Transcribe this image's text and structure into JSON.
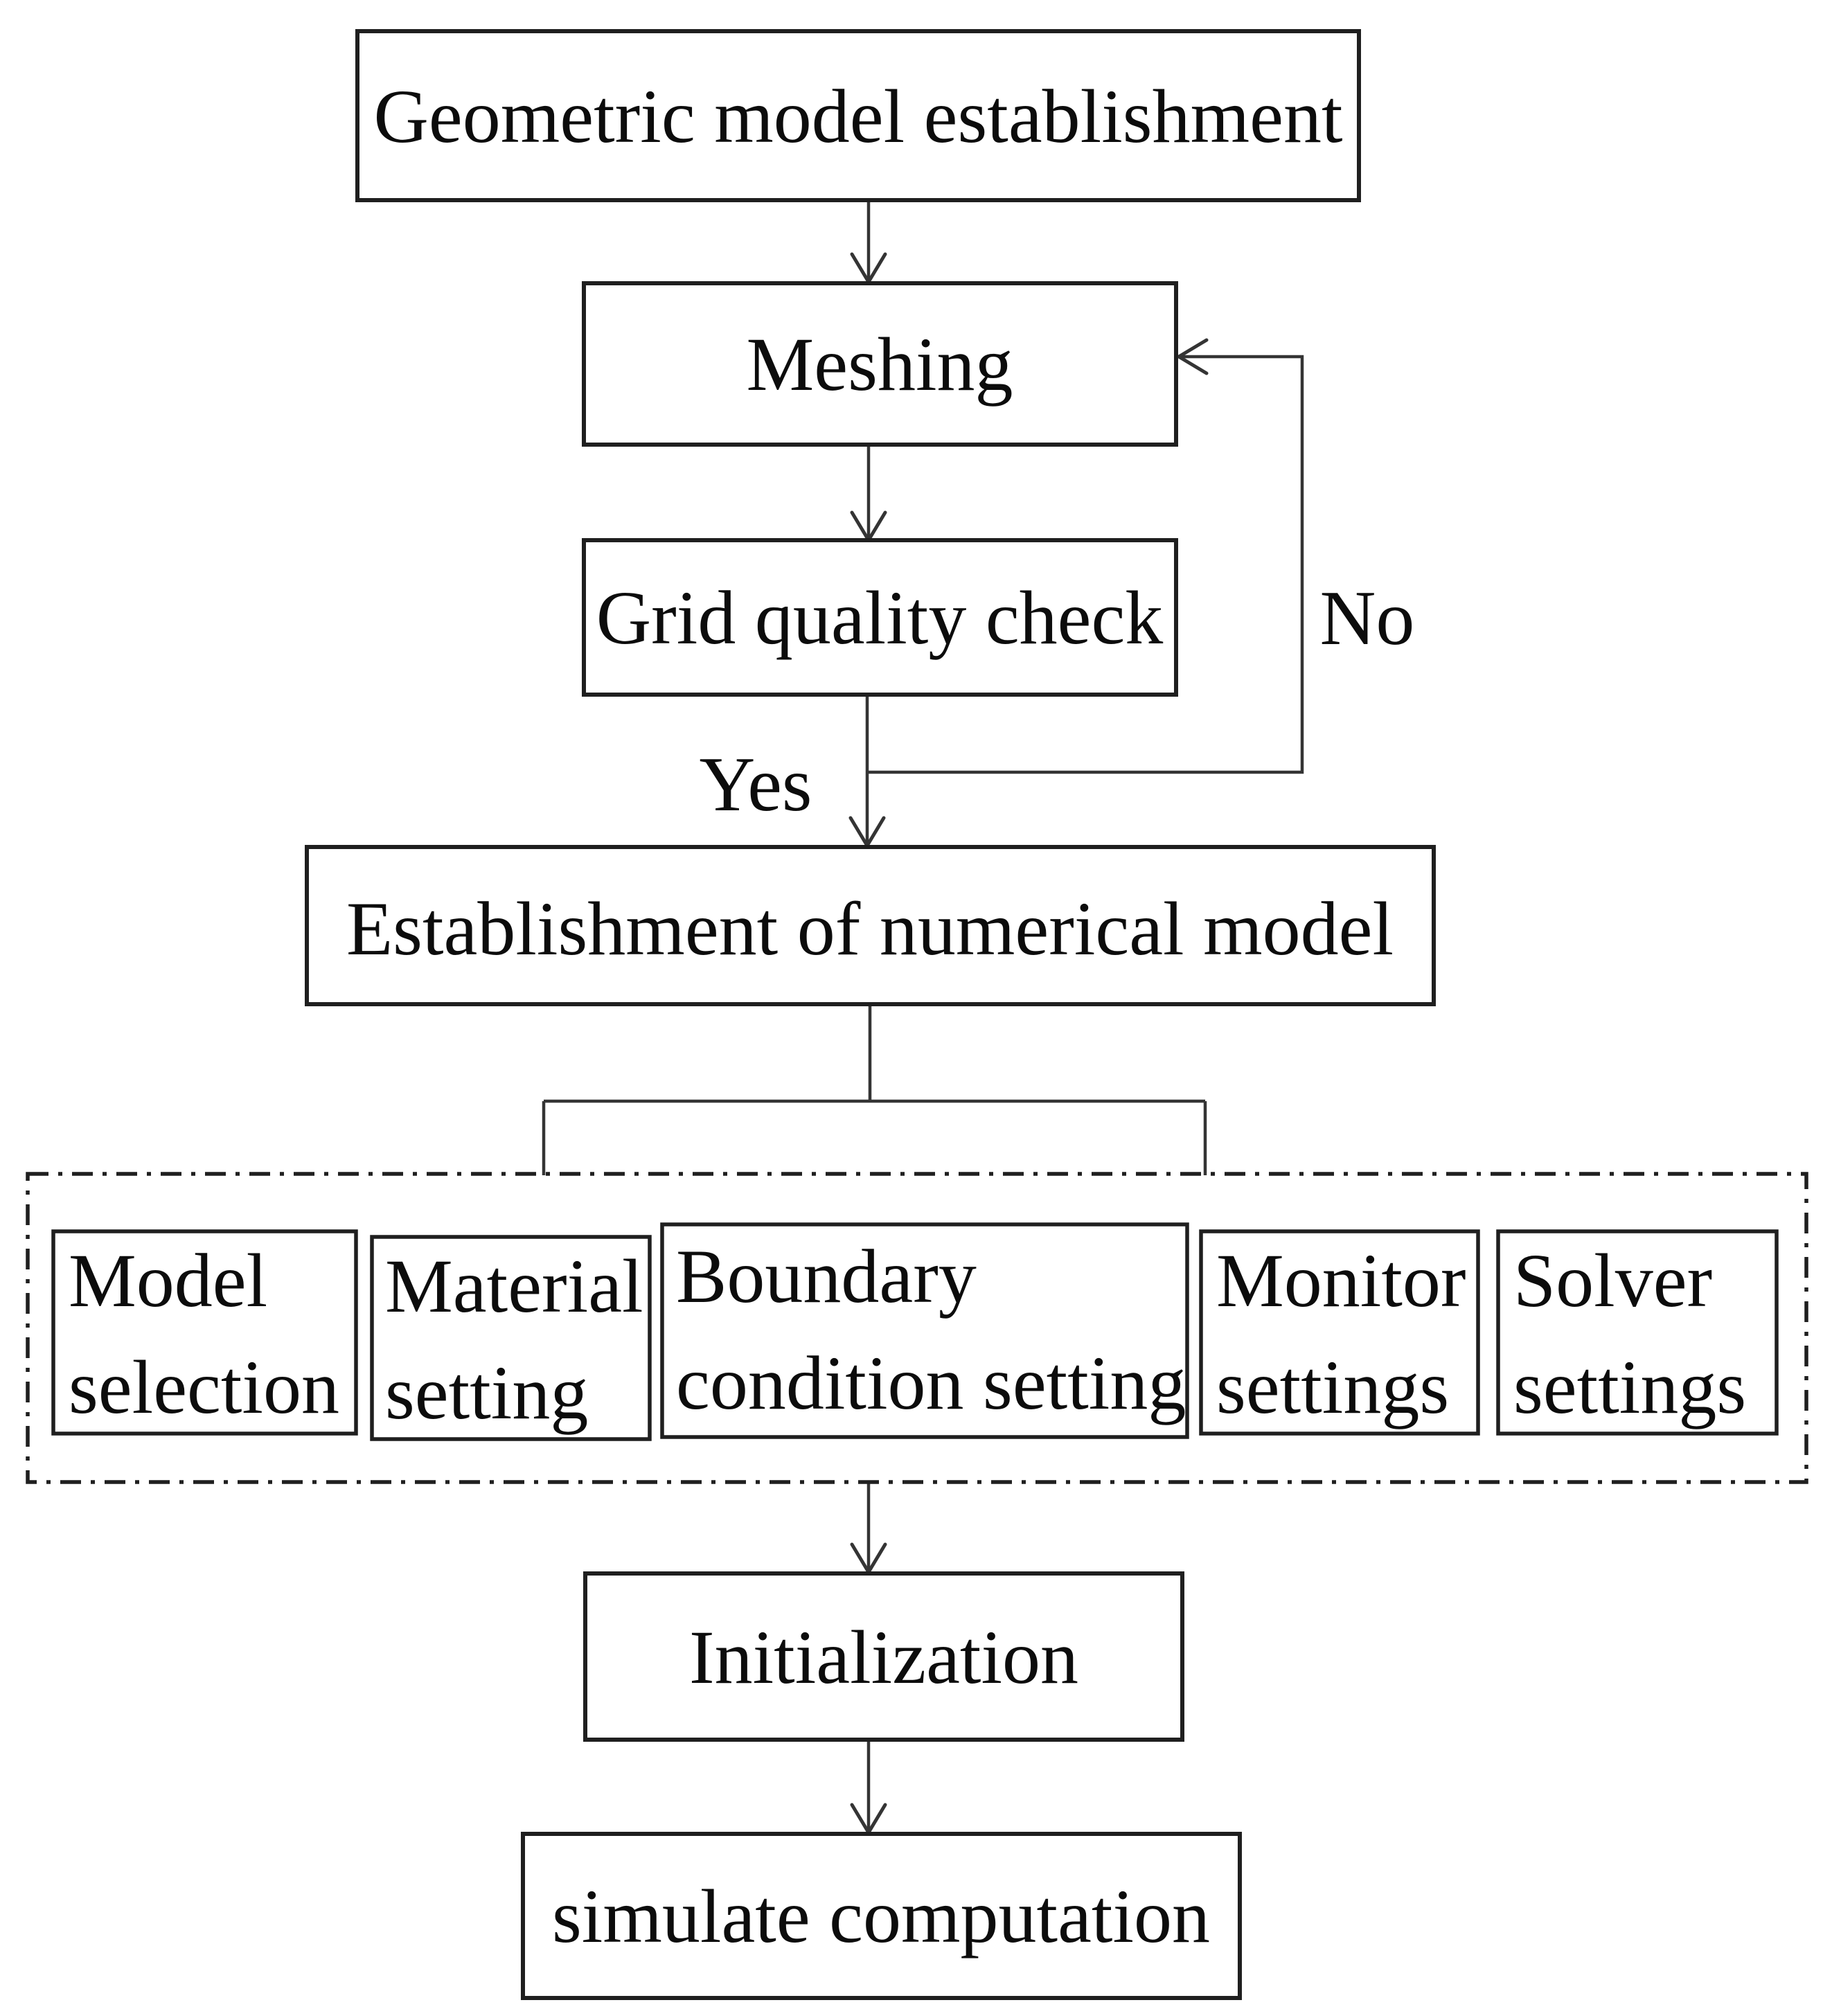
{
  "flowchart": {
    "nodes": {
      "geometric_model": {
        "label": "Geometric model establishment"
      },
      "meshing": {
        "label": "Meshing"
      },
      "grid_quality_check": {
        "label": "Grid quality check"
      },
      "numerical_model": {
        "label": "Establishment of numerical model"
      },
      "initialization": {
        "label": "Initialization"
      },
      "simulate_computation": {
        "label": "simulate computation"
      }
    },
    "branch_labels": {
      "yes": "Yes",
      "no": "No"
    },
    "setup_steps": [
      {
        "line1": "Model",
        "line2": "selection"
      },
      {
        "line1": "Material",
        "line2": "setting"
      },
      {
        "line1": "Boundary",
        "line2": "condition setting"
      },
      {
        "line1": "Monitor",
        "line2": "settings"
      },
      {
        "line1": "Solver",
        "line2": "settings"
      }
    ],
    "colors": {
      "ink": "#1f1f1f",
      "line": "#343434",
      "background": "#ffffff",
      "box_fill": "#ffffff"
    }
  }
}
